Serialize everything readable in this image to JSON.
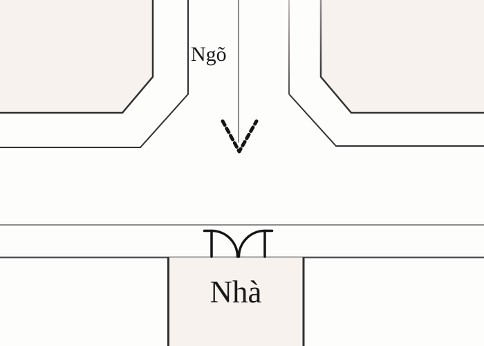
{
  "diagram": {
    "title": "alley-pointing-at-house-plan",
    "labels": {
      "alley": "Ngõ",
      "house": "Nhà"
    },
    "icons": {
      "alley_arrow": "arrow-down-dashed"
    },
    "colors": {
      "bg": "#fdfdfc",
      "blockFill": "#f8f2ee",
      "lineDark": "#2f2f2f",
      "lineMid": "#555555",
      "lineLight": "#8c8c8c",
      "door": "#151515",
      "text": "#1a1a1a"
    }
  }
}
